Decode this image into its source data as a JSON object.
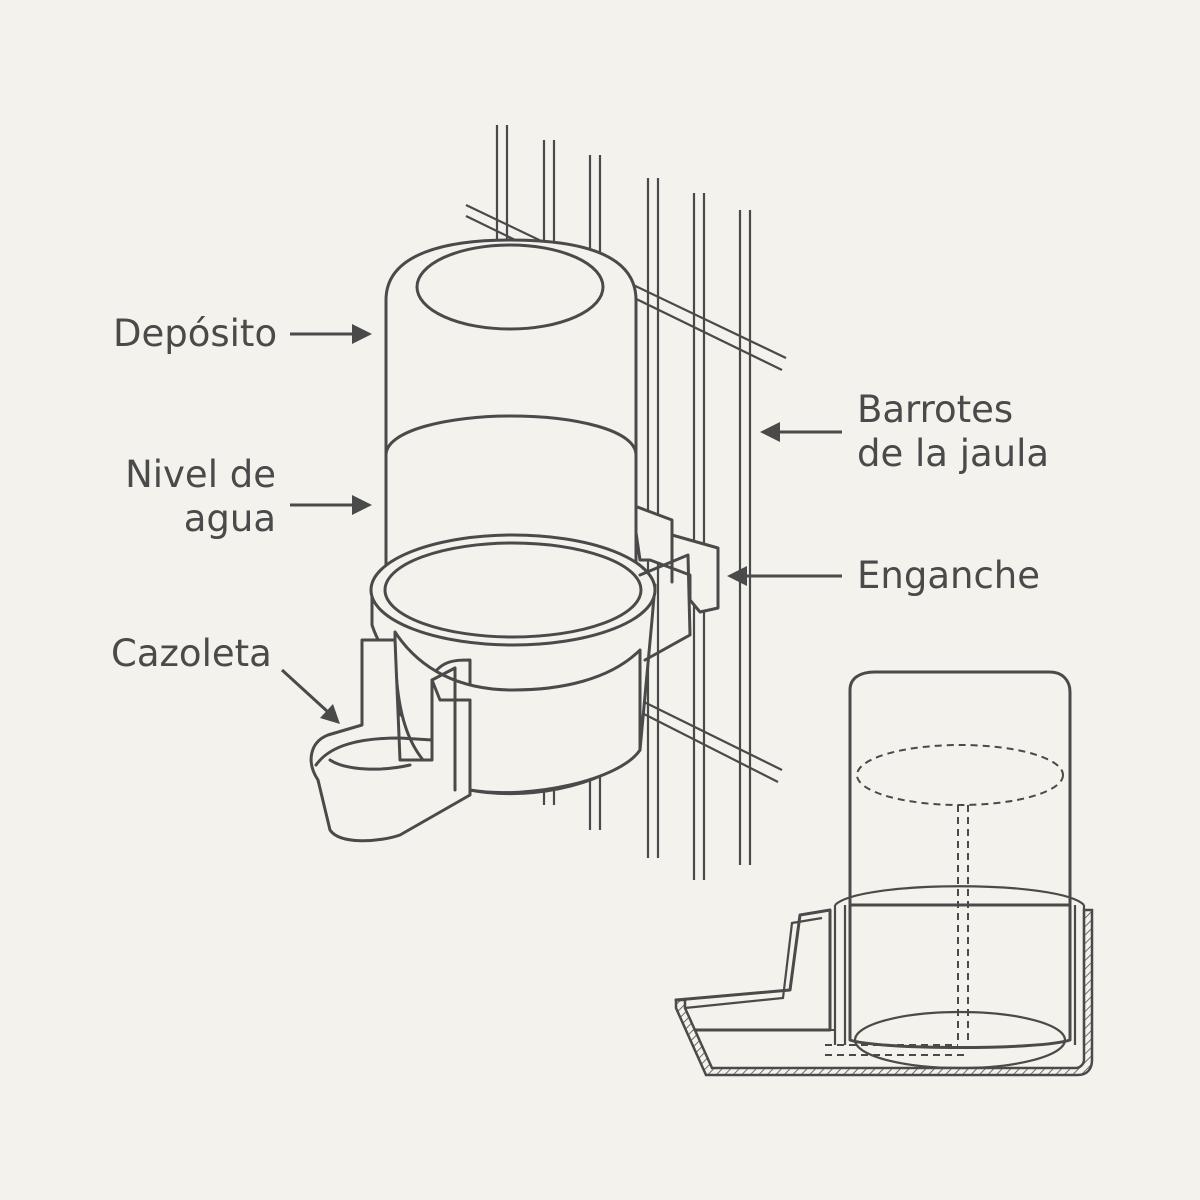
{
  "labels": {
    "deposito": "Depósito",
    "nivel_line1": "Nivel de",
    "nivel_line2": "agua",
    "cazoleta": "Cazoleta",
    "barrotes_line1": "Barrotes",
    "barrotes_line2": "de la jaula",
    "enganche": "Enganche"
  },
  "colors": {
    "background": "#f4f2ed",
    "line": "#4a4a4a"
  }
}
